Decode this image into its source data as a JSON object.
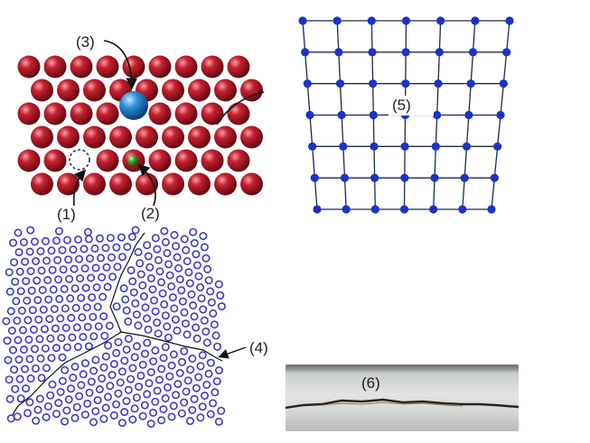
{
  "labels": {
    "vacancy": "(1)",
    "interstitial": "(2)",
    "substitutional": "(3)",
    "grain_boundary": "(4)",
    "edge_dislocation": "(5)",
    "crack": "(6)"
  },
  "colors": {
    "host_atom": "#b2182b",
    "substitutional_atom": "#1f77c8",
    "interstitial_atom": "#3fa22f",
    "lattice_node": "#1a33c8",
    "lattice_line": "#1e2a4a",
    "grain_atom": "#3b3bc4",
    "crack": "#2b2118"
  }
}
